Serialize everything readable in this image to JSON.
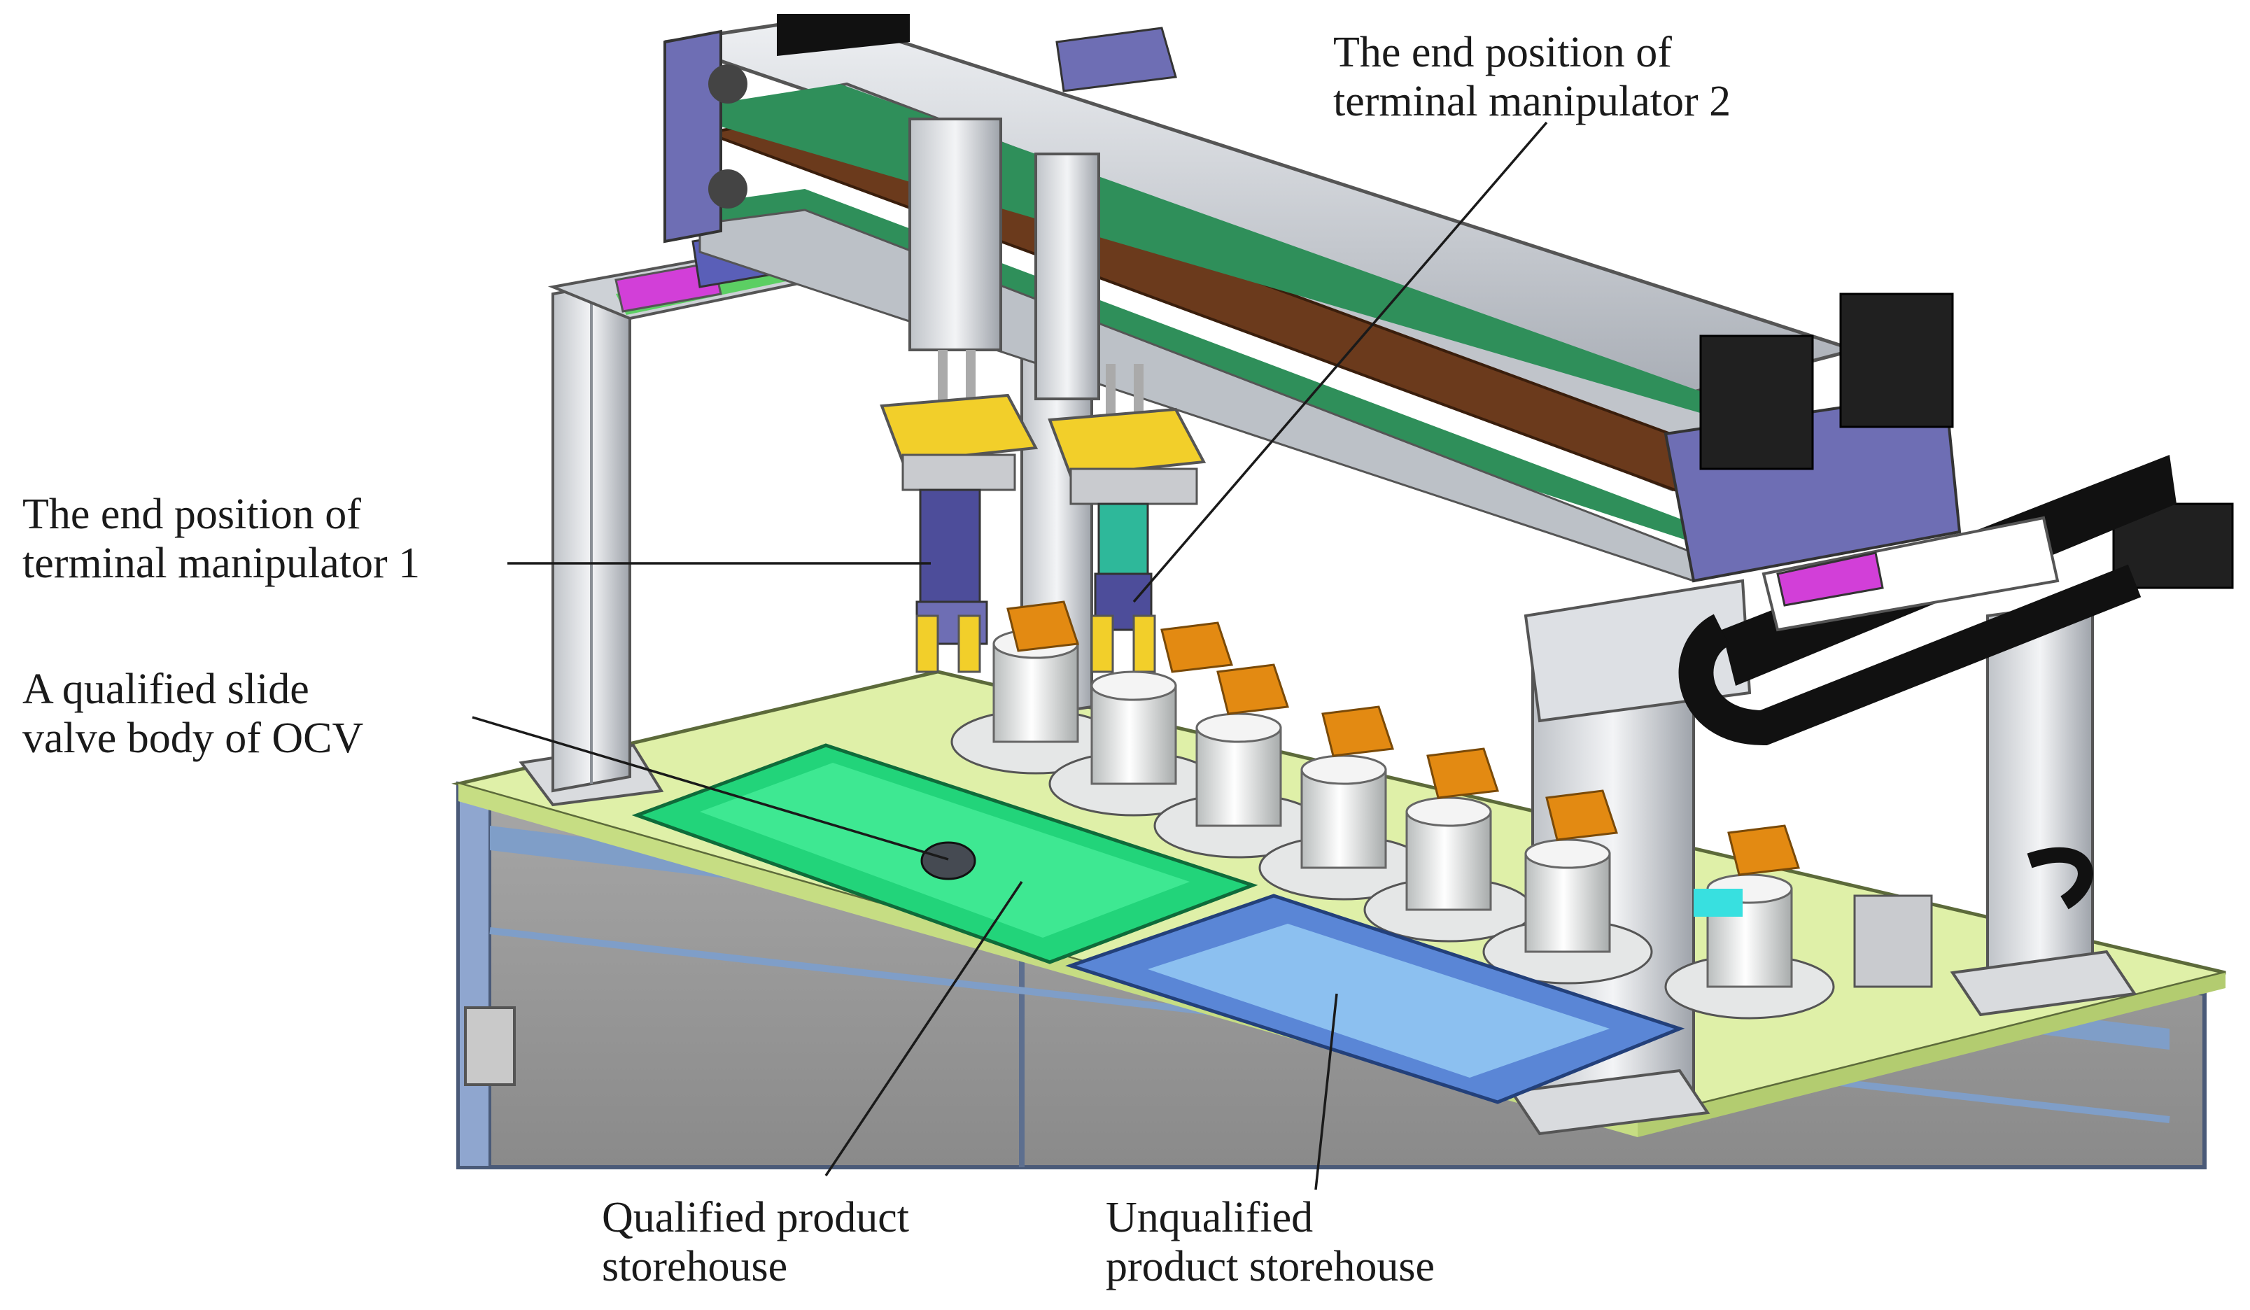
{
  "labels": {
    "manipulator2": {
      "line1": "The end position of",
      "line2": "terminal manipulator 2"
    },
    "manipulator1": {
      "line1": "The end position of",
      "line2": "terminal manipulator 1"
    },
    "qualified_body": {
      "line1": "A qualified slide",
      "line2": "valve body of OCV"
    },
    "qualified_store": {
      "line1": "Qualified product",
      "line2": "storehouse"
    },
    "unqualified_store": {
      "line1": "Unqualified",
      "line2": "product storehouse"
    }
  },
  "colors": {
    "table_top": "#dff0a8",
    "frame_blue": "#7f9ec8",
    "cabinet_gray": "#9a9a9a",
    "beam_silver": "#cfd3d8",
    "belt_brown": "#6b3a1c",
    "rail_green": "#2f8f5a",
    "motor_mount_purple": "#6e6eb4",
    "motor_black": "#202020",
    "gripper_yellow": "#f2cf2a",
    "fixture_orange": "#e38a12",
    "tray_green": "#22d47a",
    "tray_blue": "#5a86d6",
    "cylinder_white": "#eef0f0",
    "accent_magenta": "#d23fd8",
    "accent_cyan": "#38e0e0"
  }
}
